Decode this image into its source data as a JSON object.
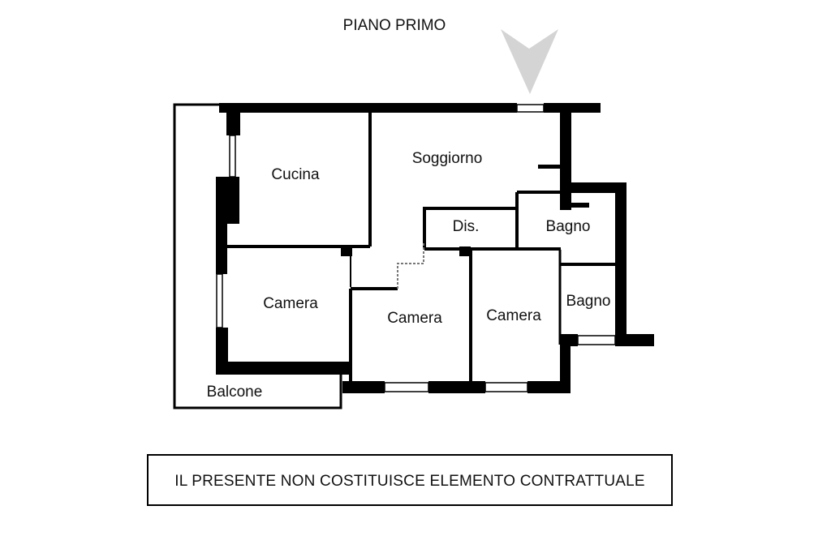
{
  "title": "PIANO PRIMO",
  "rooms": {
    "cucina": "Cucina",
    "soggiorno": "Soggiorno",
    "dis": "Dis.",
    "bagno_1": "Bagno",
    "bagno_2": "Bagno",
    "camera_1": "Camera",
    "camera_2": "Camera",
    "camera_3": "Camera",
    "balcone": "Balcone"
  },
  "disclaimer": "IL PRESENTE NON COSTITUISCE ELEMENTO CONTRATTUALE",
  "colors": {
    "wall": "#000000",
    "arrow": "#d4d4d4",
    "background": "#ffffff"
  },
  "icons": [
    "north-arrow-icon"
  ]
}
